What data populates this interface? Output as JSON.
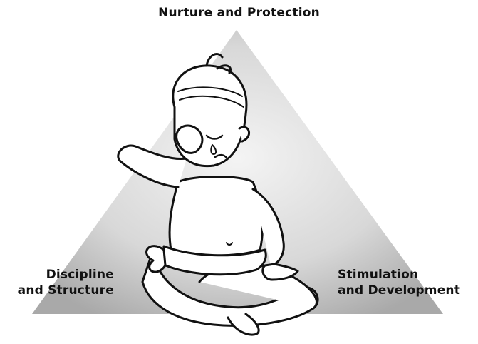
{
  "diagram": {
    "apex_label": "Nurture and Protection",
    "bottom_left_label": {
      "line1": "Discipline",
      "line2": "and Structure"
    },
    "bottom_right_label": {
      "line1": "Stimulation",
      "line2": "and Development"
    }
  },
  "colors": {
    "triangle_top": "#ececec",
    "triangle_bottom": "#b9b9b9",
    "ink": "#111111"
  }
}
